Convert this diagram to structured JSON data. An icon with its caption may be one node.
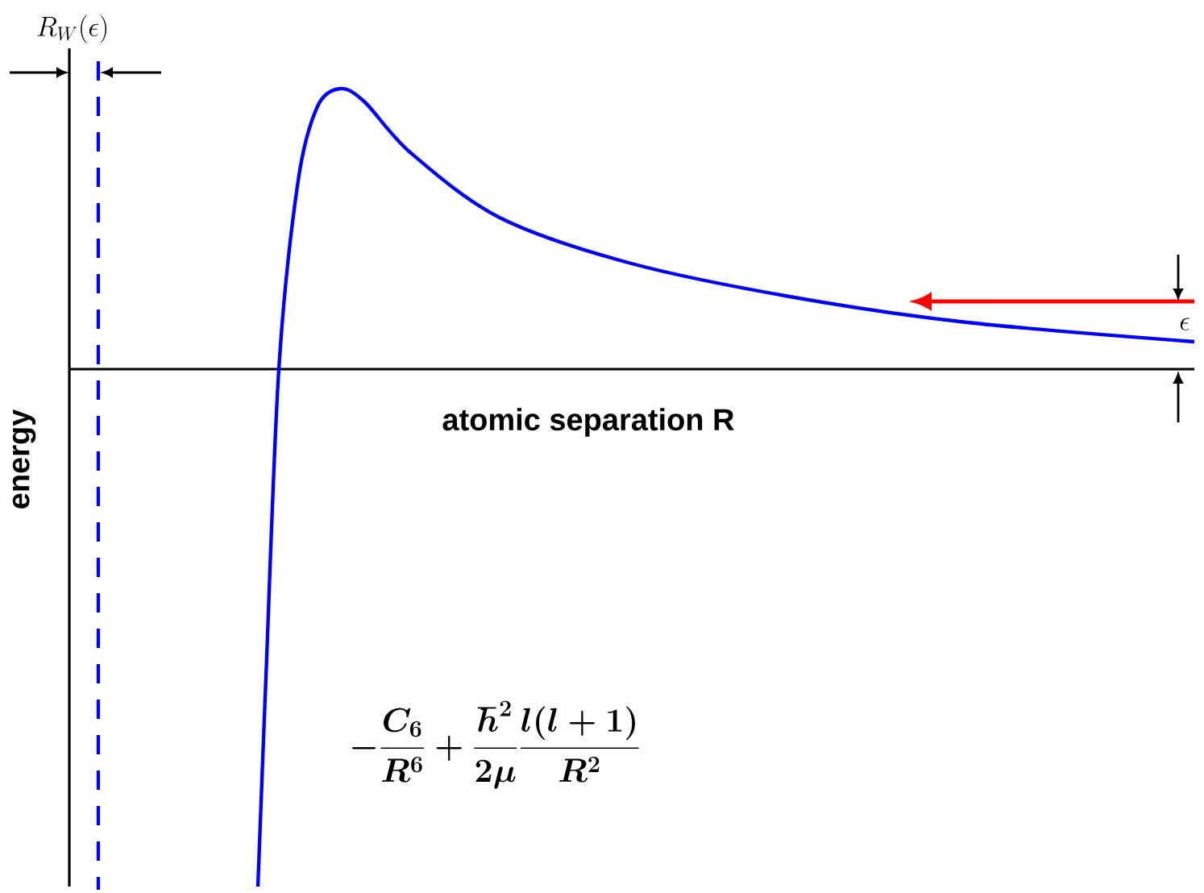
{
  "diagram": {
    "labels": [
      "R_W(\\epsilon)",
      "\\epsilon",
      "atomic separation R",
      "energy",
      "-\\frac{C_6}{R^6}+\\frac{\\hbar^2}{2\\mu}\\frac{l(l+1)}{R^2}"
    ]
  }
}
